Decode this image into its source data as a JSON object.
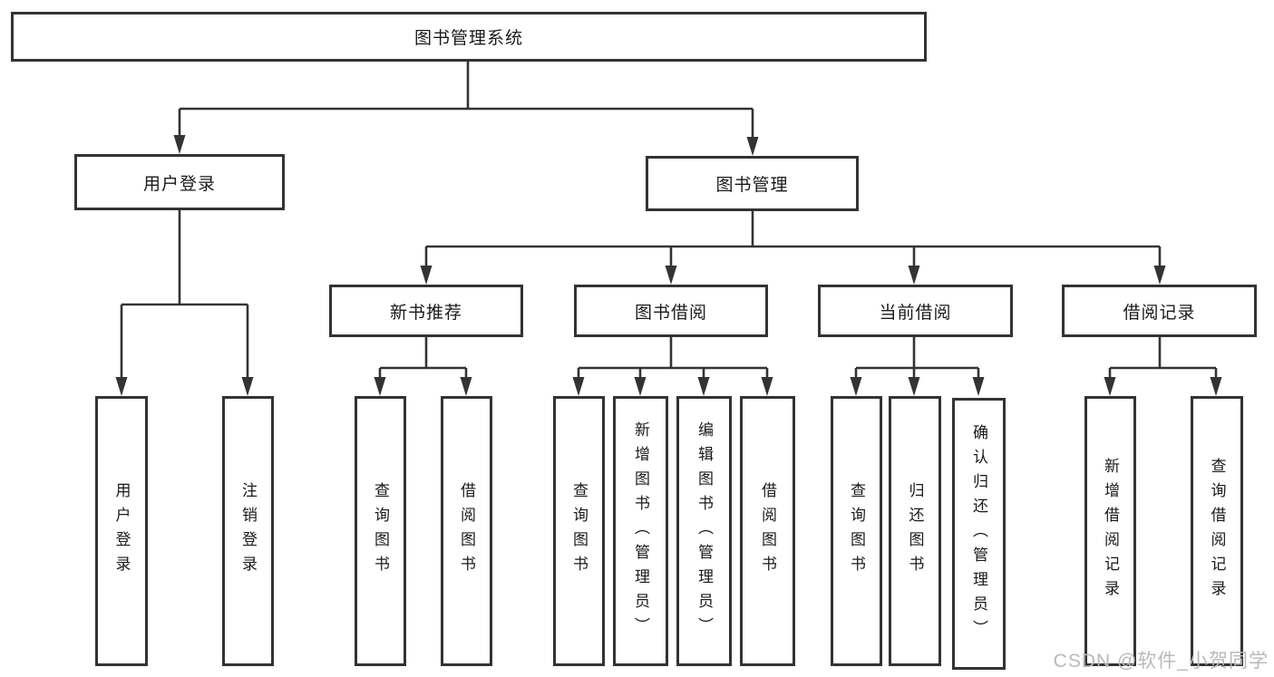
{
  "tree": {
    "label": "图书管理系统",
    "children": [
      {
        "label": "用户登录",
        "children": [
          {
            "label": "用户登录"
          },
          {
            "label": "注销登录"
          }
        ]
      },
      {
        "label": "图书管理",
        "children": [
          {
            "label": "新书推荐",
            "children": [
              {
                "label": "查询图书"
              },
              {
                "label": "借阅图书"
              }
            ]
          },
          {
            "label": "图书借阅",
            "children": [
              {
                "label": "查询图书"
              },
              {
                "label": "新增图书（管理员）"
              },
              {
                "label": "编辑图书（管理员）"
              },
              {
                "label": "借阅图书"
              }
            ]
          },
          {
            "label": "当前借阅",
            "children": [
              {
                "label": "查询图书"
              },
              {
                "label": "归还图书"
              },
              {
                "label": "确认归还（管理员）"
              }
            ]
          },
          {
            "label": "借阅记录",
            "children": [
              {
                "label": "新增借阅记录"
              },
              {
                "label": "查询借阅记录"
              }
            ]
          }
        ]
      }
    ]
  },
  "watermark": {
    "text": "CSDN @软件_小贺同学"
  },
  "colors": {
    "line": "#333333",
    "text": "#1a1a1a",
    "box_bg": "#ffffff",
    "page_bg": "#ffffff",
    "watermark": "#b9b9b9"
  }
}
